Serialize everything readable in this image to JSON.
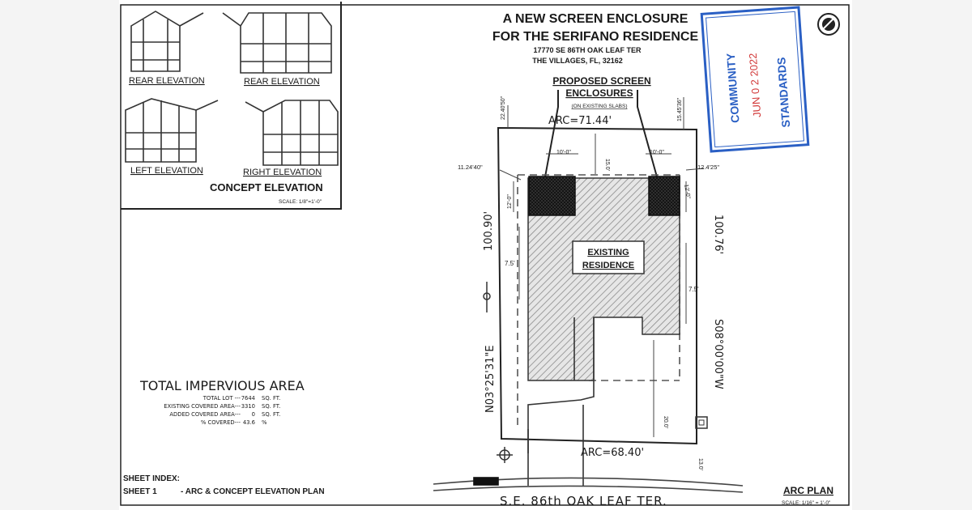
{
  "title": {
    "line1": "A NEW SCREEN ENCLOSURE",
    "line2": "FOR THE SERIFANO RESIDENCE",
    "address1": "17770 SE 86TH OAK LEAF TER",
    "address2": "THE VILLAGES, FL, 32162"
  },
  "elevations": {
    "rear_1": "REAR ELEVATION",
    "rear_2": "REAR ELEVATION",
    "left": "LEFT ELEVATION",
    "right": "RIGHT ELEVATION",
    "heading": "CONCEPT ELEVATION",
    "scale": "SCALE: 1/8\"=1'-0\""
  },
  "stamp": {
    "line1": "COMMUNITY",
    "date": "JUN 0 2 2022",
    "line2": "STANDARDS",
    "colors": {
      "border": "#2a5fc4",
      "date": "#d23a3a"
    }
  },
  "plan": {
    "proposed_label1": "PROPOSED SCREEN",
    "proposed_label2": "ENCLOSURES",
    "proposed_label3": "(ON EXISTING SLABS)",
    "arc_top": "ARC=71.44'",
    "arc_bottom": "ARC=68.40'",
    "existing1": "EXISTING",
    "existing2": "RESIDENCE",
    "left_length": "100.90'",
    "right_length": "100.76'",
    "left_bearing": "N03°25'31\"E",
    "right_bearing": "S08°00'00\"W",
    "dim_setback_left": "7.5'",
    "dim_setback_right": "7.5'",
    "dim_top": "15.0'",
    "dim_encl_w1": "10'-0\"",
    "dim_encl_w2": "10'-0\"",
    "dim_encl_h1": "12'-0\"",
    "dim_encl_h2": "12'-0\"",
    "dim_drive": "20.0'",
    "dim_bottom_right": "13.0'",
    "corner_tl": "11.24'40\"",
    "corner_tr": "12.4'25\"",
    "corner_top1": "22.40'50\"",
    "corner_top2": "15.45'36\"",
    "street": "S.E. 86th OAK LEAF TER."
  },
  "impervious": {
    "heading": "TOTAL IMPERVIOUS AREA",
    "rows": [
      {
        "label": "TOTAL LOT ---",
        "value": "7644",
        "unit": "SQ. FT."
      },
      {
        "label": "EXISTING COVERED AREA---",
        "value": "3310",
        "unit": "SQ. FT."
      },
      {
        "label": "ADDED COVERED AREA---",
        "value": "0",
        "unit": "SQ. FT."
      },
      {
        "label": "% COVERED---",
        "value": "43.6",
        "unit": "%"
      }
    ]
  },
  "sheet_index": {
    "heading": "SHEET INDEX:",
    "sheet": "SHEET 1",
    "desc": "- ARC & CONCEPT ELEVATION PLAN"
  },
  "arc_plan": {
    "label": "ARC PLAN",
    "scale": "SCALE: 1/16\" = 1'-0\""
  }
}
